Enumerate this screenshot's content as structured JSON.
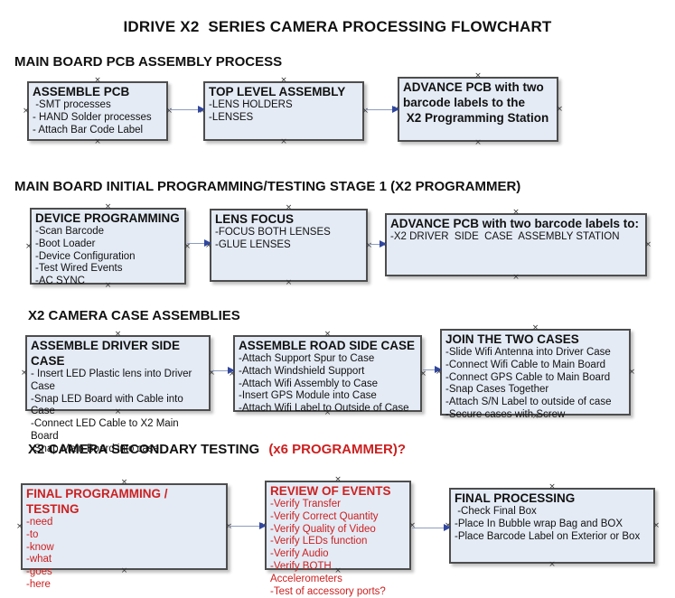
{
  "title": "IDRIVE X2  SERIES CAMERA PROCESSING FLOWCHART",
  "colors": {
    "accent_red": "#cc2020",
    "box_fill": "#e4ebf5",
    "box_border": "#4d4d4d",
    "arrow_line": "#8d9cc0",
    "arrow_head": "#31479e"
  },
  "icons": {
    "anchor_x": "×"
  },
  "sections": [
    {
      "header": "MAIN BOARD PCB ASSEMBLY PROCESS",
      "boxes": [
        {
          "title": "ASSEMBLE PCB",
          "items": [
            " -SMT processes",
            "- HAND Solder processes",
            "- Attach Bar Code Label"
          ]
        },
        {
          "title": "TOP LEVEL ASSEMBLY",
          "items": [
            "-LENS HOLDERS",
            "-LENSES"
          ]
        },
        {
          "title": "ADVANCE PCB with two\nbarcode labels to the\n X2 Programming Station",
          "items": []
        }
      ]
    },
    {
      "header": "MAIN BOARD INITIAL PROGRAMMING/TESTING STAGE 1 (X2 PROGRAMMER)",
      "boxes": [
        {
          "title": "DEVICE PROGRAMMING",
          "items": [
            "-Scan Barcode",
            "-Boot Loader",
            "-Device Configuration",
            "-Test Wired Events",
            "-AC SYNC"
          ]
        },
        {
          "title": "LENS FOCUS",
          "items": [
            "-FOCUS BOTH LENSES",
            "-GLUE LENSES"
          ]
        },
        {
          "title": "ADVANCE PCB with two barcode labels to:",
          "items": [
            "-X2 DRIVER  SIDE  CASE  ASSEMBLY STATION"
          ]
        }
      ]
    },
    {
      "header": "X2 CAMERA CASE ASSEMBLIES",
      "boxes": [
        {
          "title": "ASSEMBLE DRIVER SIDE CASE",
          "items": [
            "- Insert LED Plastic lens into Driver Case",
            "-Snap LED Board with Cable into Case",
            "-Connect LED Cable to X2 Main Board",
            "-Snap Main Board into case"
          ]
        },
        {
          "title": "ASSEMBLE ROAD SIDE CASE",
          "items": [
            "-Attach Support Spur to Case",
            "-Attach Windshield Support",
            "-Attach Wifi Assembly to Case",
            "-Insert GPS Module into Case",
            "-Attach Wifi Label to Outside of Case"
          ]
        },
        {
          "title": "JOIN THE TWO CASES",
          "items": [
            "-Slide Wifi Antenna into Driver Case",
            "-Connect Wifi Cable to Main Board",
            "-Connect GPS Cable to Main Board",
            "-Snap Cases Together",
            "-Attach S/N Label to outside of case",
            "-Secure cases with Screw"
          ]
        }
      ]
    },
    {
      "header": "X2 CAMERA SECONDARY TESTING ",
      "header_accent": "(x6 PROGRAMMER)?",
      "boxes": [
        {
          "title": "FINAL PROGRAMMING / TESTING",
          "items": [
            "-need",
            "-to",
            "-know",
            "-what",
            "-goes",
            "-here"
          ]
        },
        {
          "title": "REVIEW OF EVENTS",
          "items": [
            "-Verify Transfer",
            "-Verify Correct Quantity",
            "-Verify Quality of Video",
            "-Verify LEDs function",
            "-Verify Audio",
            "-Verify BOTH Accelerometers",
            "-Test of accessory ports?"
          ]
        },
        {
          "title": "FINAL PROCESSING",
          "items": [
            " -Check Final Box",
            "-Place In Bubble wrap Bag and BOX",
            "-Place Barcode Label on Exterior or Box"
          ]
        }
      ]
    }
  ]
}
